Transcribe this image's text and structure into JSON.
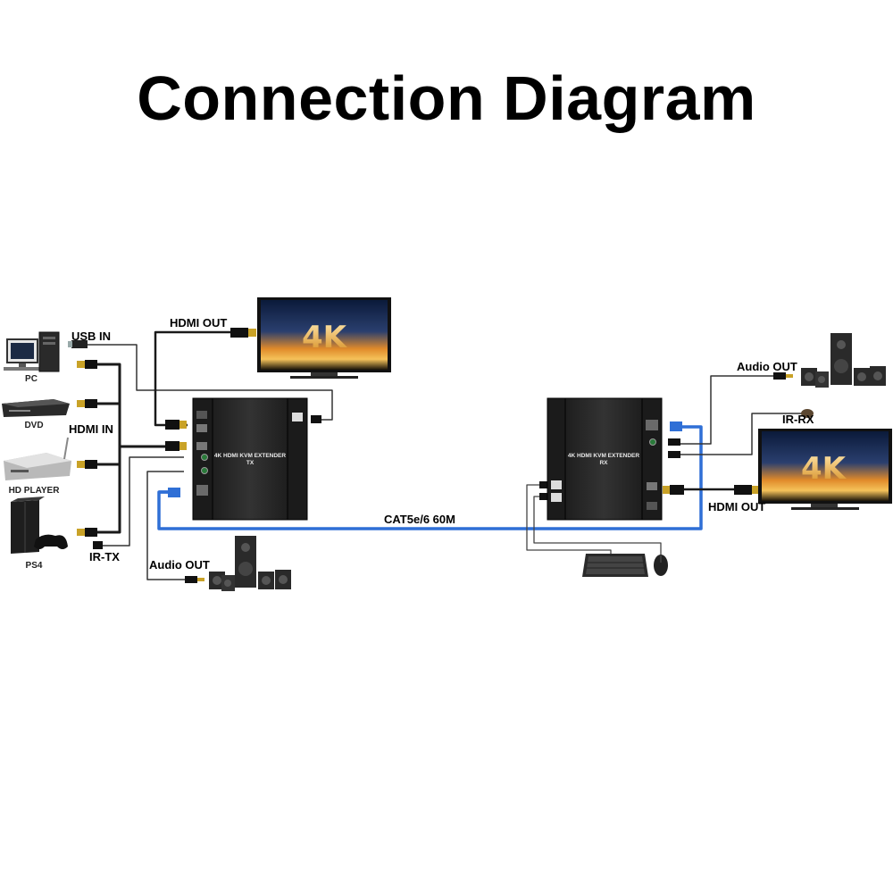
{
  "title": "Connection Diagram",
  "labels": {
    "usb_in": "USB IN",
    "hdmi_in": "HDMI IN",
    "hdmi_out_tx": "HDMI OUT",
    "ir_tx": "IR-TX",
    "audio_out_tx": "Audio OUT",
    "cable": "CAT5e/6 60M",
    "audio_out_rx": "Audio OUT",
    "ir_rx": "IR-RX",
    "hdmi_out_rx": "HDMI OUT"
  },
  "sources": [
    "PC",
    "DVD",
    "HD PLAYER",
    "PS4"
  ],
  "tx_unit": {
    "line1": "4K HDMI KVM EXTENDER",
    "line2": "TX"
  },
  "rx_unit": {
    "line1": "4K HDMI KVM EXTENDER",
    "line2": "RX"
  },
  "tv_text": "4K",
  "colors": {
    "cable_blue": "#2f6fd6",
    "cable_black": "#1a1a1a",
    "unit_body": "#2b2b2b",
    "gold_connector": "#c9a227"
  }
}
